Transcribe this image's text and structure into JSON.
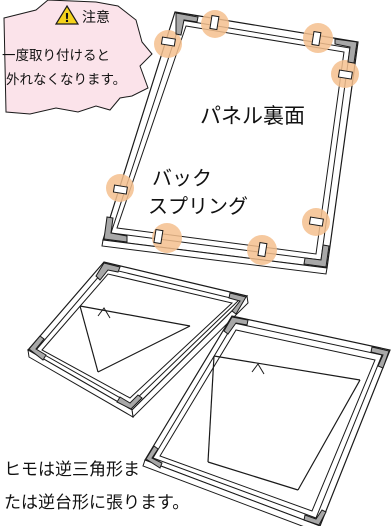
{
  "warning": {
    "title": "注意",
    "line1": "一度取り付けると",
    "line2": "外れなくなります。"
  },
  "top_panel": {
    "label": "パネル裏面",
    "spring_line1": "バック",
    "spring_line2": "スプリング"
  },
  "caption": {
    "line1": "ヒモは逆三角形ま",
    "line2": "たは逆台形に張ります。"
  },
  "colors": {
    "highlight": "#f4c08e",
    "warning_bubble": "#fbe3ea",
    "warning_triangle": "#f5d31c",
    "line": "#1a1a1a",
    "corner_fill": "#a8a8a8"
  }
}
